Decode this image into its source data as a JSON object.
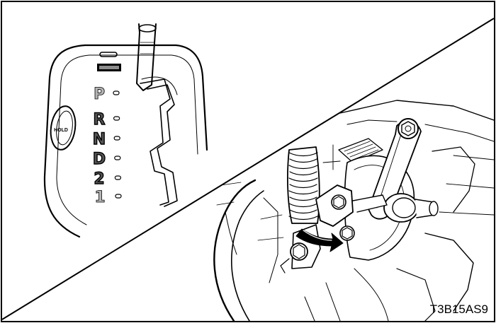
{
  "figure_code": "T3B15AS9",
  "shifter": {
    "hold_label": "HOLD",
    "gears": [
      {
        "letter": "P",
        "active": false
      },
      {
        "letter": "R",
        "active": true
      },
      {
        "letter": "N",
        "active": true
      },
      {
        "letter": "D",
        "active": true
      },
      {
        "letter": "2",
        "active": true
      },
      {
        "letter": "1",
        "active": false
      }
    ]
  },
  "colors": {
    "line": "#000000",
    "background": "#ffffff",
    "active_letter": "#555555",
    "faded_letter": "#b5b5b5",
    "arrow": "#000000"
  }
}
